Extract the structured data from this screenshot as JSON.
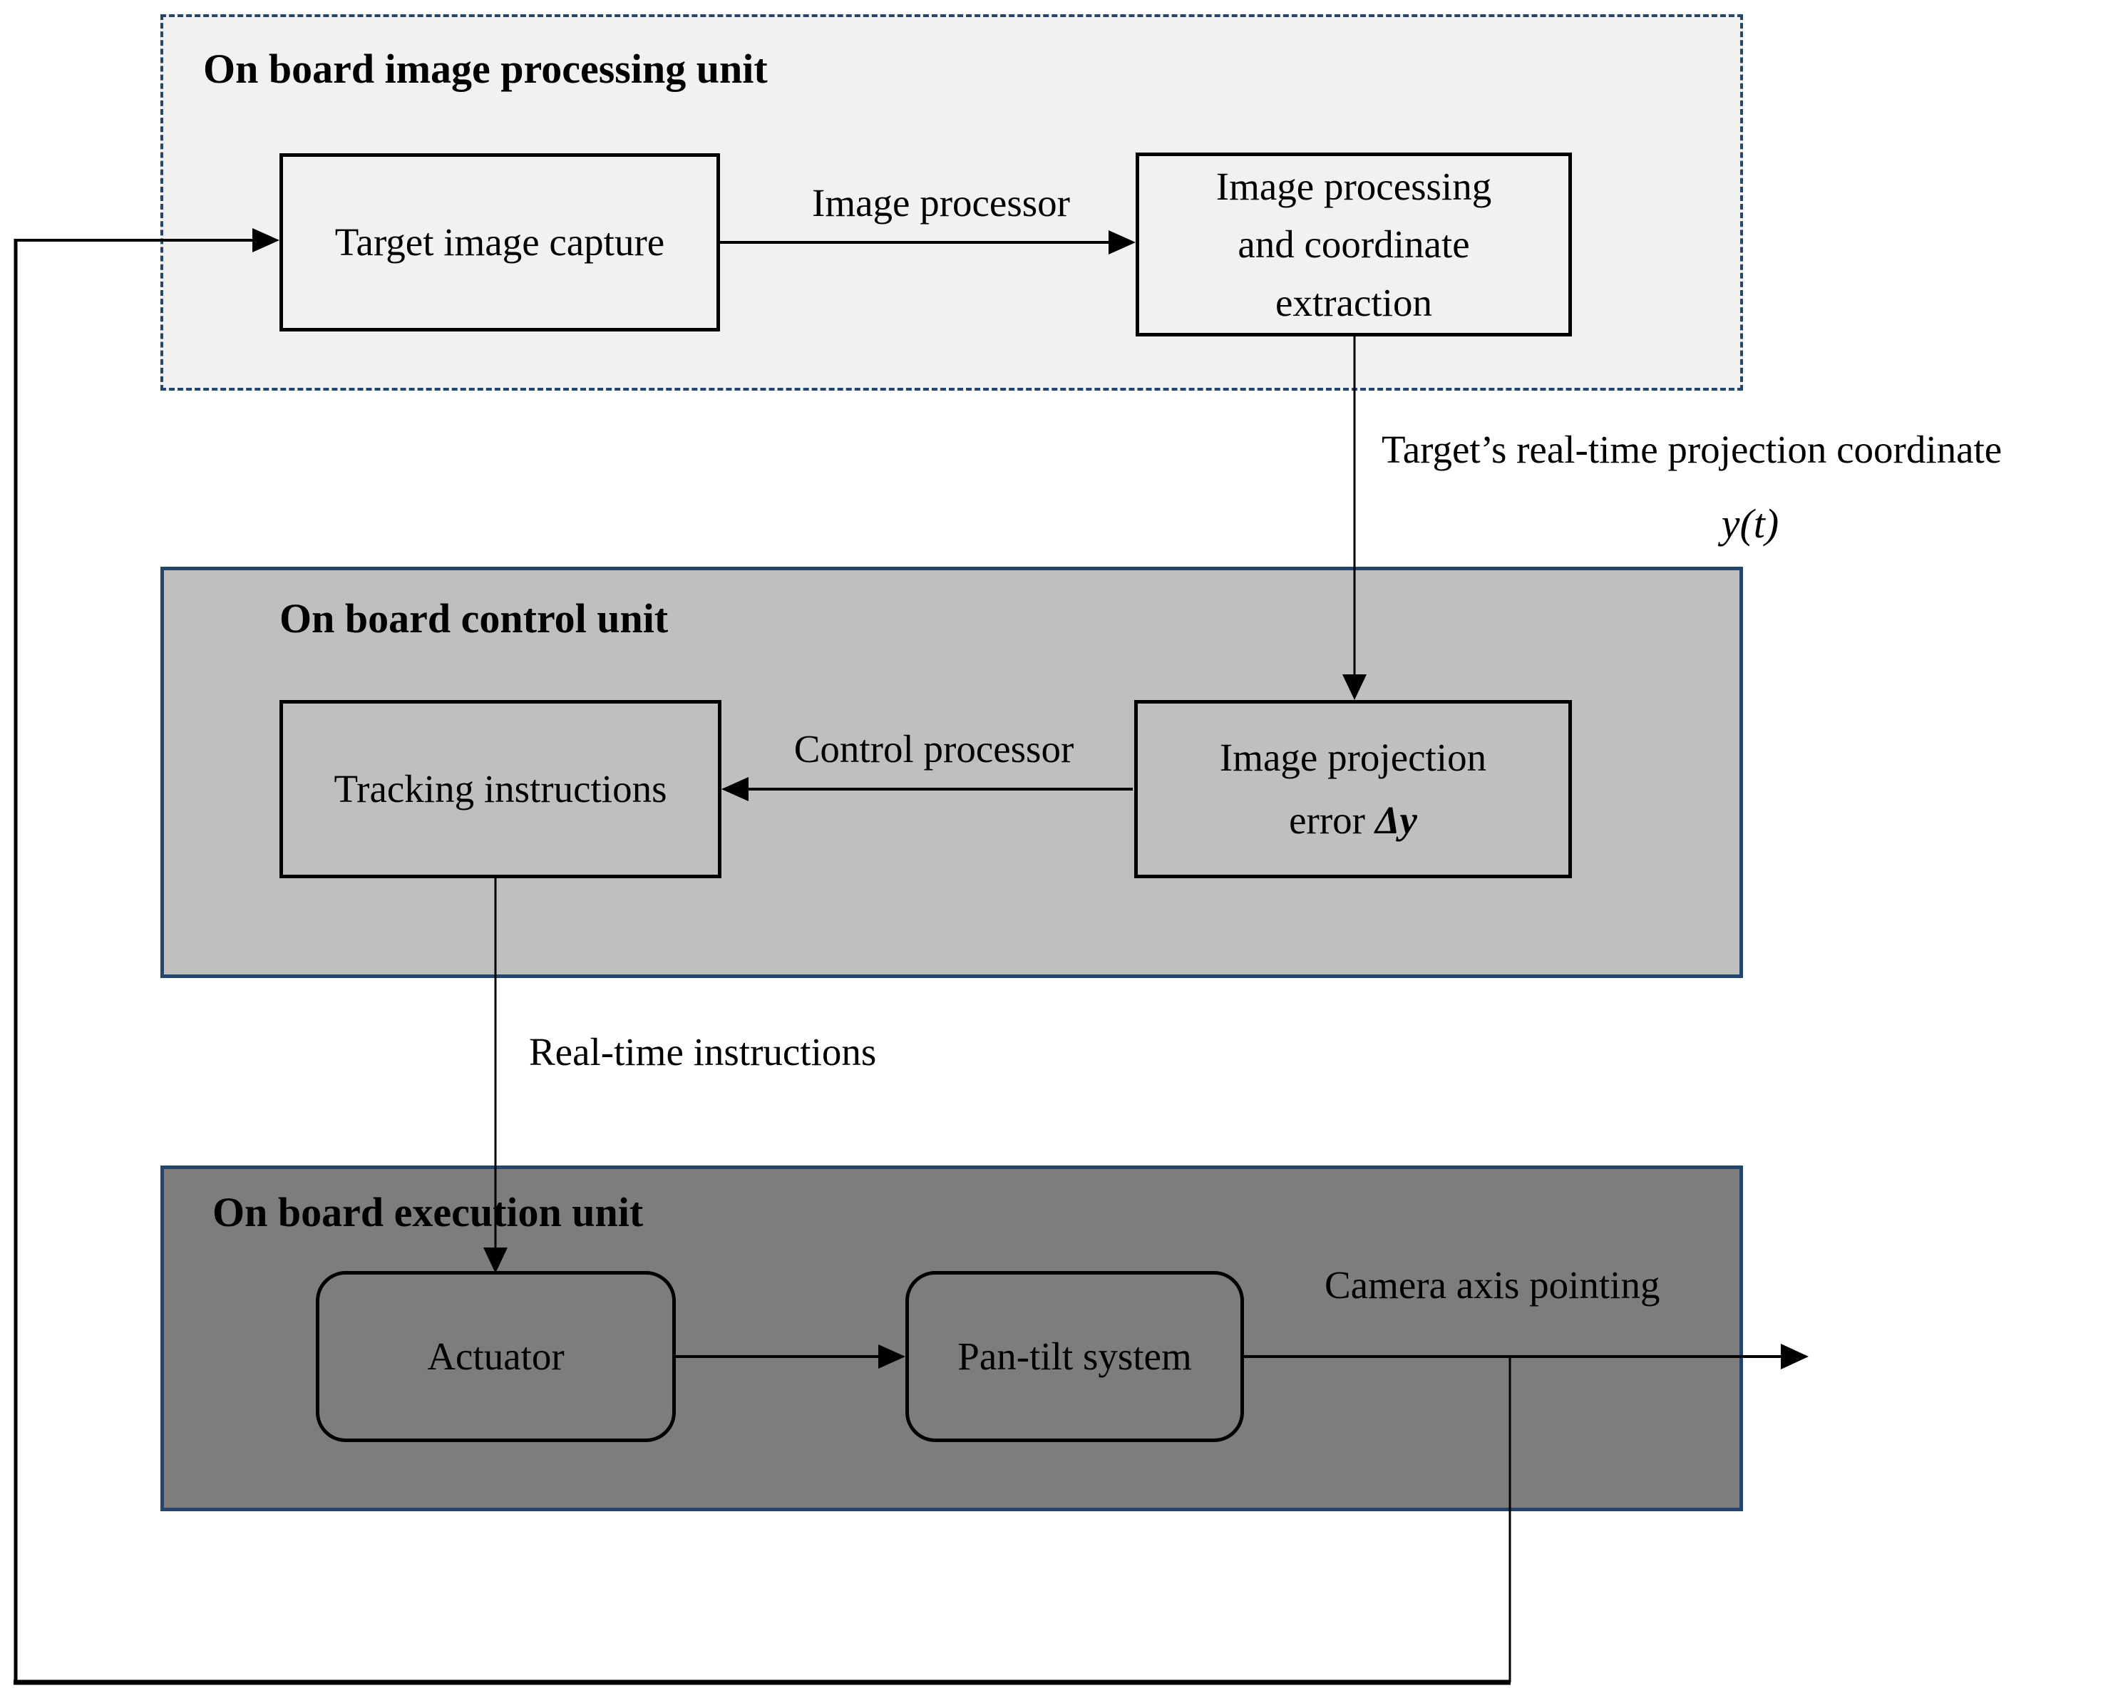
{
  "diagram": {
    "units": {
      "image_processing": {
        "title": "On board image processing unit"
      },
      "control": {
        "title": "On board control unit"
      },
      "execution": {
        "title": "On board execution unit"
      }
    },
    "blocks": {
      "target_image_capture": {
        "label": "Target image capture"
      },
      "image_processing_extraction": {
        "label": "Image processing and coordinate extraction"
      },
      "tracking_instructions": {
        "label": "Tracking instructions"
      },
      "image_projection_error": {
        "label": "Image projection error",
        "symbol": "Δy"
      },
      "actuator": {
        "label": "Actuator"
      },
      "pan_tilt_system": {
        "label": "Pan-tilt system"
      }
    },
    "edge_labels": {
      "image_processor": "Image processor",
      "projection_coordinate": "Target’s real-time projection coordinate",
      "projection_symbol": "y(t)",
      "control_processor": "Control processor",
      "real_time_instructions": "Real-time instructions",
      "camera_axis_pointing": "Camera axis pointing"
    }
  },
  "colors": {
    "unit1_fill": "#f1f1ef",
    "unit2_fill": "#bfbfbf",
    "unit3_fill": "#7d7d7d",
    "unit_border": "#24456e",
    "block_border": "#000000",
    "line": "#000000",
    "text": "#000000",
    "background": "#ffffff"
  }
}
